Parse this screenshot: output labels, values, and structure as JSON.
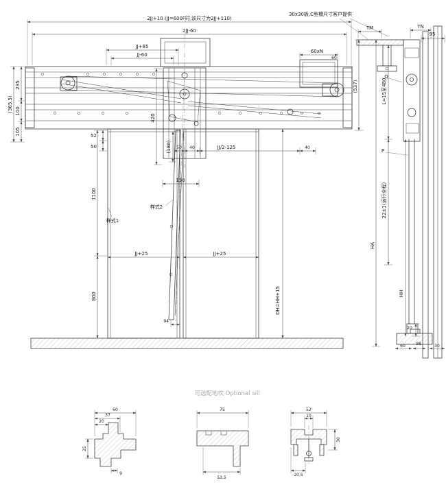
{
  "drawing": {
    "optional_sill_title": "可选配地坎  Optional sill"
  },
  "main": {
    "dim_total_top": "2JJ+10 (JJ=600F时,该尺寸为2JJ+110)",
    "dim_2jj60": "2JJ-60",
    "dim_jj85": "JJ+85",
    "dim_jj60": "JJ-60",
    "dim_60xn": "60xN",
    "dim_60": "60",
    "dim_365_5": "(365.5)",
    "dim_235": "235",
    "dim_100": "100",
    "dim_105": "105",
    "dim_420": "420",
    "dim_52": "52",
    "dim_50_left": "50",
    "dim_180": "(180)",
    "dim_50_mid": "50",
    "dim_40_left": "40",
    "dim_jj2_125": "JJ/2-125",
    "dim_40_right": "40",
    "dim_150": "150",
    "dim_1100": "1100",
    "dim_800": "800",
    "label_style1": "样式1",
    "label_style2": "样式2",
    "dim_jj25_left": "JJ+25",
    "dim_jj25_right": "JJ+25",
    "dim_94": "94",
    "dim_dh": "DH=HH+15"
  },
  "side": {
    "note_cchannel": "30x30板,C型槽尺寸客户提供",
    "dim_tm": "TM",
    "dim_tn": "TN",
    "dim_95": "95",
    "dim_537": "(537)",
    "dim_L": "L=15至480",
    "dim_22": "22±1(运行全程)",
    "label_q": "Q",
    "label_p": "P",
    "dim_ha": "HA",
    "dim_hh": "HH",
    "dim_20": "20",
    "dim_60": "60",
    "dim_98": "98",
    "dim_30": "30"
  },
  "sill": {
    "p1": {
      "d60": "60",
      "d37": "37",
      "d20": "20",
      "d25": "25",
      "d9": "9"
    },
    "p2": {
      "d75": "75",
      "d53_5": "53.5"
    },
    "p3": {
      "d52": "52",
      "d10": "10",
      "d30": "30",
      "d20_5": "20.5"
    }
  }
}
